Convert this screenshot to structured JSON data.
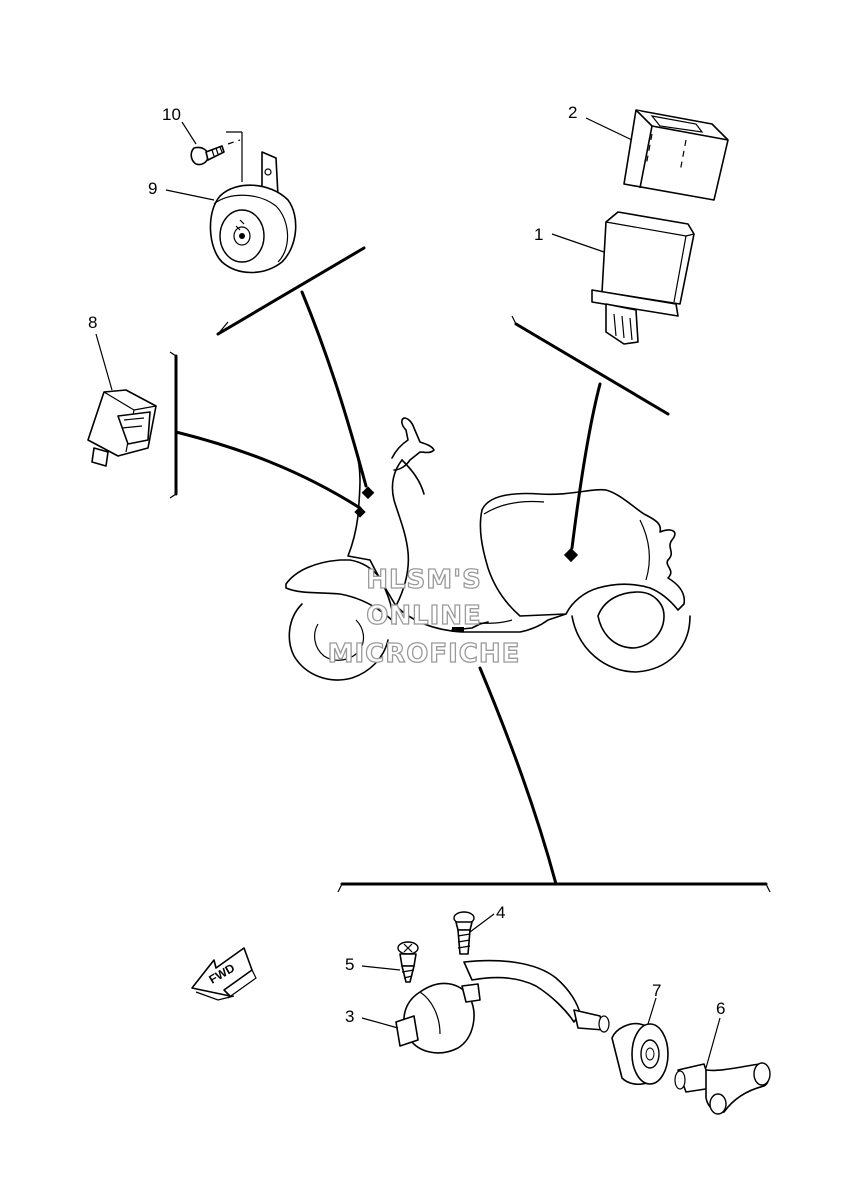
{
  "callouts": [
    {
      "id": "1",
      "label": "1"
    },
    {
      "id": "2",
      "label": "2"
    },
    {
      "id": "3",
      "label": "3"
    },
    {
      "id": "4",
      "label": "4"
    },
    {
      "id": "5",
      "label": "5"
    },
    {
      "id": "6",
      "label": "6"
    },
    {
      "id": "7",
      "label": "7"
    },
    {
      "id": "8",
      "label": "8"
    },
    {
      "id": "9",
      "label": "9"
    },
    {
      "id": "10",
      "label": "10"
    }
  ],
  "watermark": {
    "line1": "HLSM'S",
    "line2": "ONLINE",
    "line3": "MICROFICHE"
  },
  "direction_arrow": {
    "label": "FWD"
  }
}
